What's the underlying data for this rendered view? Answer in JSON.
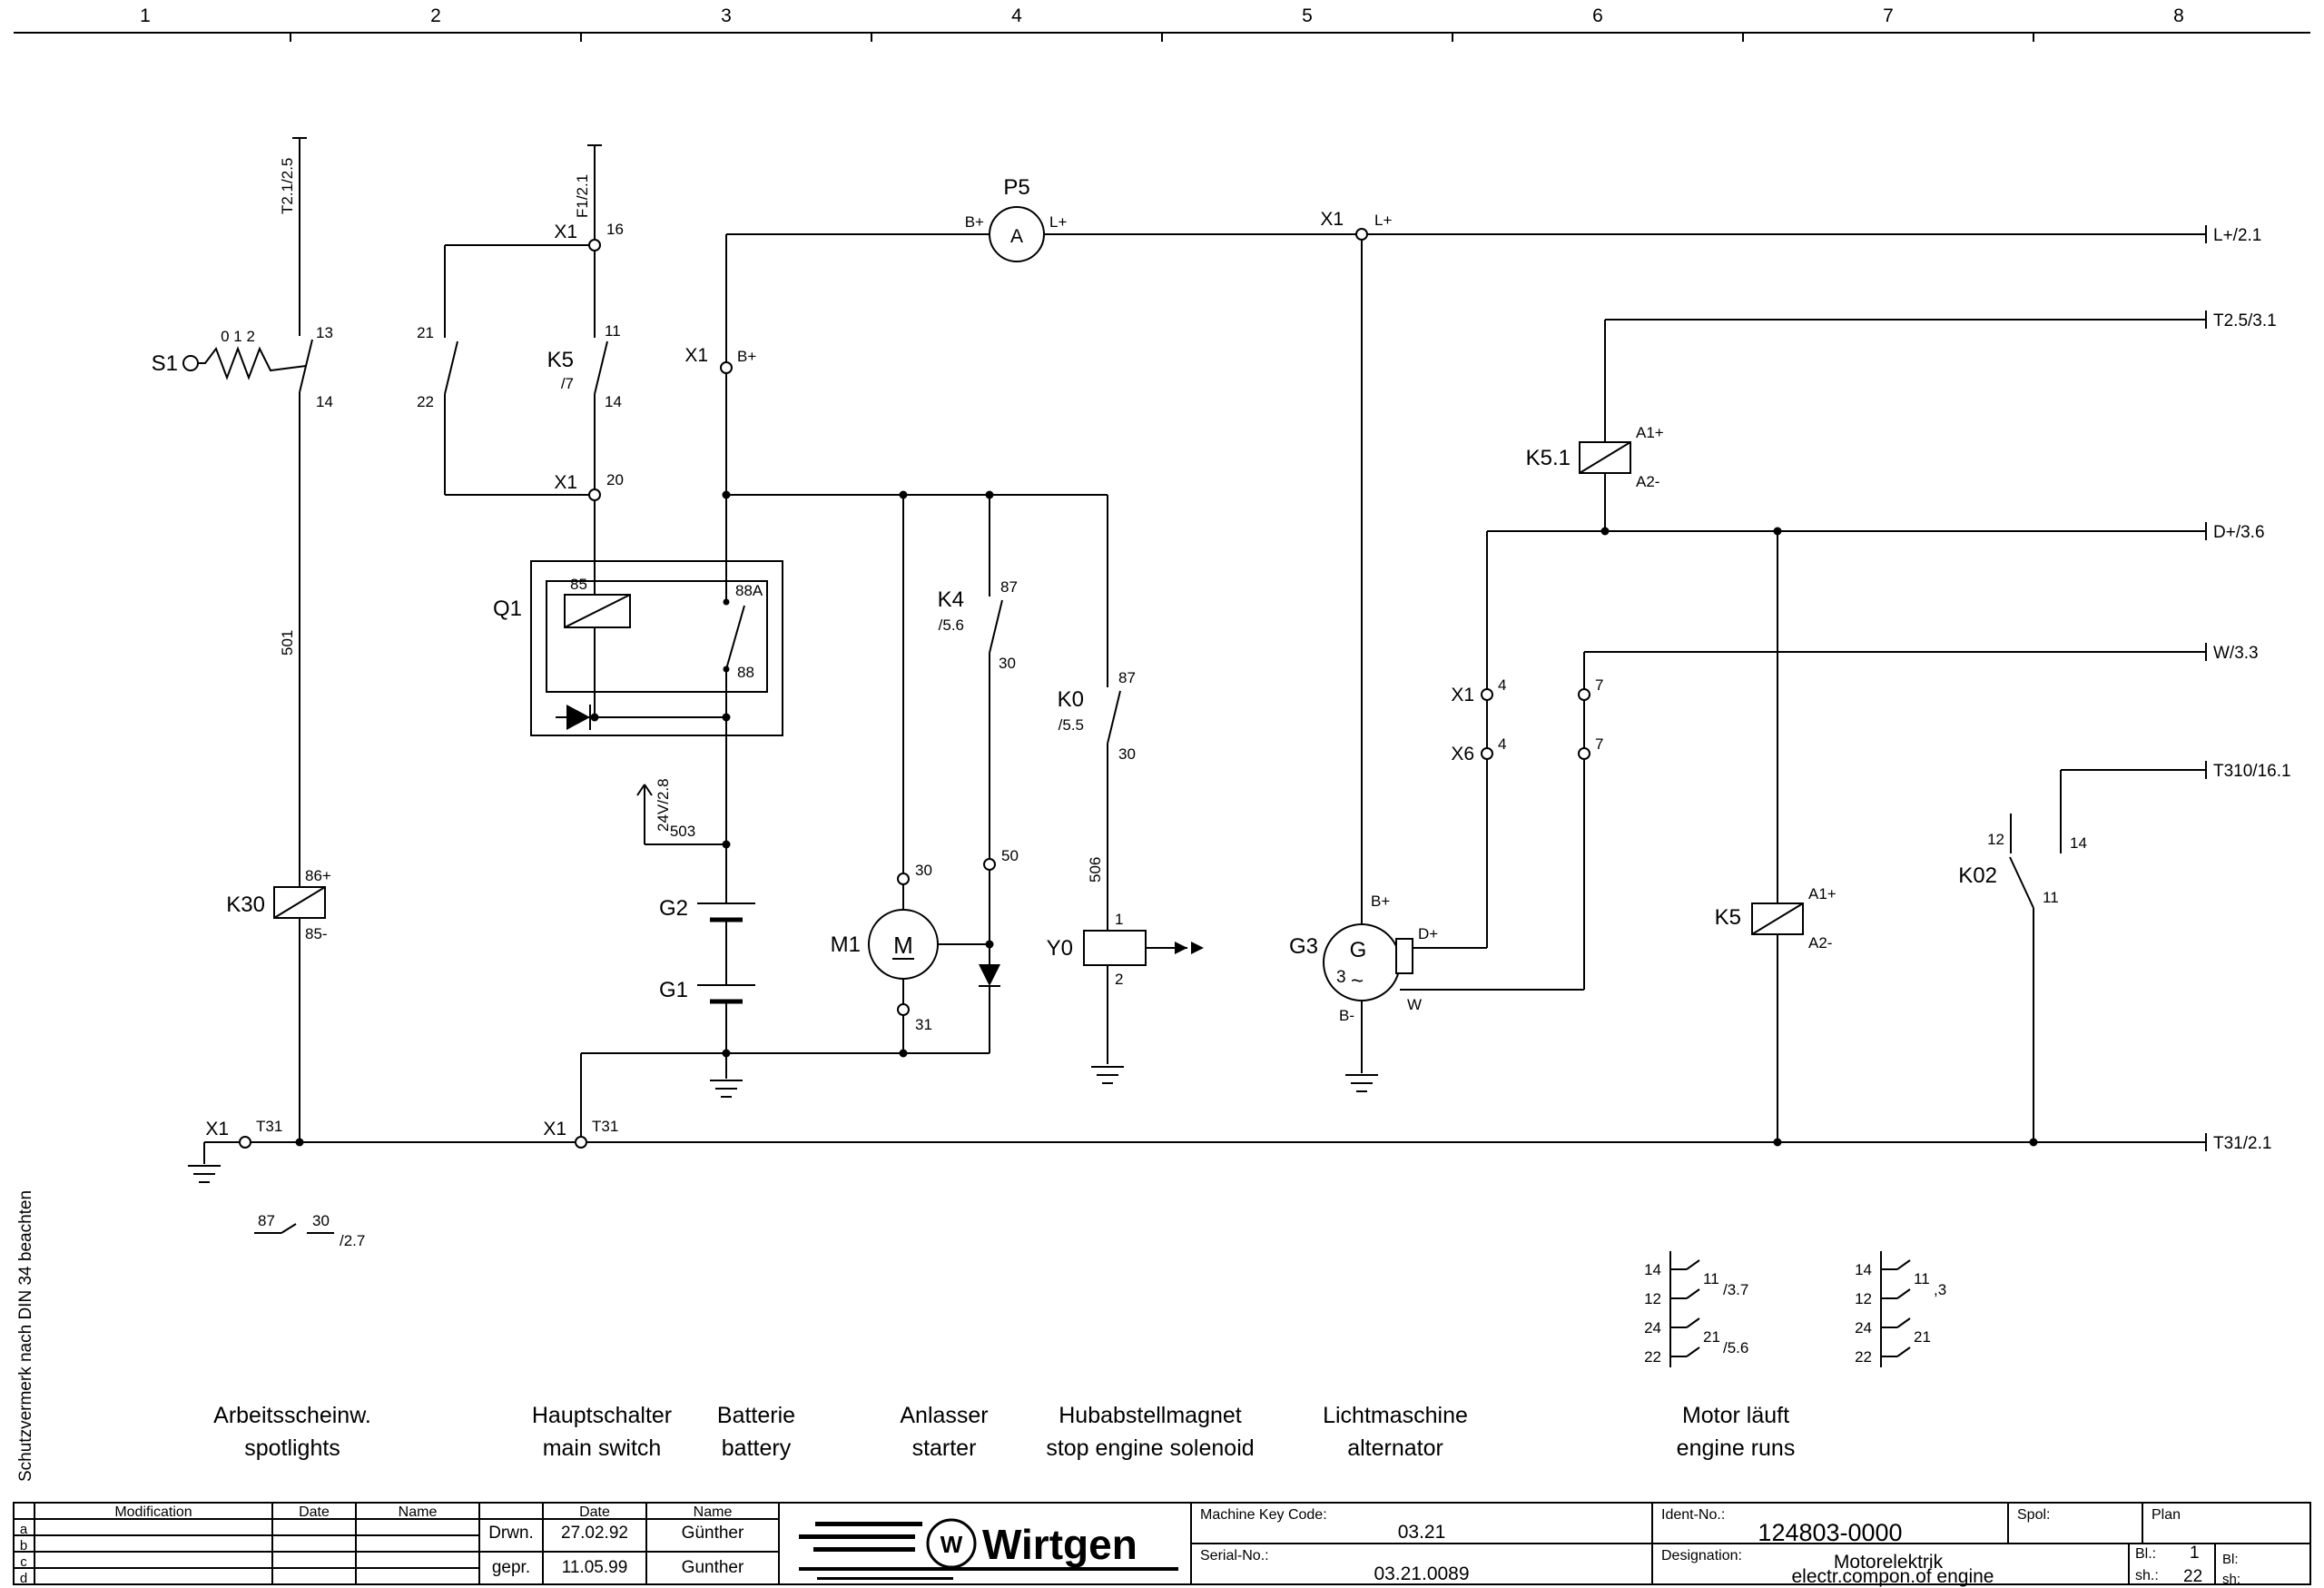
{
  "sheet": {
    "columns": [
      "1",
      "2",
      "3",
      "4",
      "5",
      "6",
      "7",
      "8"
    ],
    "rows": [
      "a",
      "b",
      "c",
      "d"
    ],
    "side_note": "Schutzvermerk nach DIN 34 beachten"
  },
  "rails": {
    "l_plus": "L+/2.1",
    "t25": "T2.5/3.1",
    "d_plus": "D+/3.6",
    "w": "W/3.3",
    "t310": "T310/16.1",
    "t31": "T31/2.1"
  },
  "wires": {
    "t21_25": "T2.1/2.5",
    "f1_21": "F1/2.1",
    "n501": "501",
    "n503": "503",
    "n506": "506",
    "v24": "24V/2.8"
  },
  "s1": {
    "ref": "S1",
    "positions": "0 1 2",
    "t13": "13",
    "t14": "14"
  },
  "c2122": {
    "t21": "21",
    "t22": "22"
  },
  "k5c": {
    "ref": "K5",
    "page": "/7",
    "t11": "11",
    "t14": "14"
  },
  "x1_16": {
    "ref": "X1",
    "pin": "16"
  },
  "x1_20": {
    "ref": "X1",
    "pin": "20"
  },
  "x1_bp": {
    "ref": "X1",
    "pin": "B+"
  },
  "x1_lp": {
    "ref": "X1",
    "pin": "L+"
  },
  "p5": {
    "ref": "P5",
    "sym": "A",
    "left": "B+",
    "right": "L+"
  },
  "q1": {
    "ref": "Q1",
    "t85": "85",
    "t88a": "88A",
    "t88": "88"
  },
  "k30": {
    "ref": "K30",
    "t86": "86+",
    "t85": "85-",
    "x87": "87",
    "x30": "30",
    "xpage": "/2.7"
  },
  "g2": {
    "ref": "G2"
  },
  "g1": {
    "ref": "G1"
  },
  "m1": {
    "ref": "M1",
    "sym": "M",
    "t30": "30",
    "t31": "31"
  },
  "t50": "50",
  "k4": {
    "ref": "K4",
    "page": "/5.6",
    "t87": "87",
    "t30": "30"
  },
  "k0": {
    "ref": "K0",
    "page": "/5.5",
    "t87": "87",
    "t30": "30"
  },
  "y0": {
    "ref": "Y0",
    "t1": "1",
    "t2": "2"
  },
  "g3": {
    "ref": "G3",
    "sym_g": "G",
    "sym_3": "3",
    "sym_w": "~",
    "bp": "B+",
    "dp": "D+",
    "w": "W",
    "bm": "B-"
  },
  "xterm": {
    "x1": "X1",
    "x6": "X6",
    "p4a": "4",
    "p4b": "4",
    "p7a": "7",
    "p7b": "7"
  },
  "k51": {
    "ref": "K5.1",
    "a1": "A1+",
    "a2": "A2-"
  },
  "k5": {
    "ref": "K5",
    "a1": "A1+",
    "a2": "A2-"
  },
  "k02": {
    "ref": "K02",
    "t12": "12",
    "t11": "11",
    "t14": "14"
  },
  "t31a": {
    "ref": "X1",
    "pin": "T31"
  },
  "t31b": {
    "ref": "X1",
    "pin": "T31"
  },
  "xref1": {
    "r1l": "14",
    "r1r": "11",
    "r1p": "/3.7",
    "r2l": "12",
    "r3l": "24",
    "r3r": "21",
    "r3p": "/5.6",
    "r4l": "22"
  },
  "xref2": {
    "r1l": "14",
    "r1r": "11",
    "r1p": ",3",
    "r2l": "12",
    "r3l": "24",
    "r3r": "21",
    "r4l": "22"
  },
  "captions": [
    {
      "de": "Arbeitsscheinw.",
      "en": "spotlights"
    },
    {
      "de": "Hauptschalter",
      "en": "main switch"
    },
    {
      "de": "Batterie",
      "en": "battery"
    },
    {
      "de": "Anlasser",
      "en": "starter"
    },
    {
      "de": "Hubabstellmagnet",
      "en": "stop engine solenoid"
    },
    {
      "de": "Lichtmaschine",
      "en": "alternator"
    },
    {
      "de": "Motor läuft",
      "en": "engine runs"
    }
  ],
  "tb": {
    "modification": "Modification",
    "date": "Date",
    "name": "Name",
    "date2": "Date",
    "name2": "Name",
    "drwn": "Drwn.",
    "drwn_date": "27.02.92",
    "drwn_name": "Günther",
    "gepr": "gepr.",
    "gepr_date": "11.05.99",
    "gepr_name": "Gunther",
    "brand": "Wirtgen",
    "brand_w": "W",
    "mkc_label": "Machine Key Code:",
    "mkc": "03.21",
    "serial_label": "Serial-No.:",
    "serial": "03.21.0089",
    "ident_label": "Ident-No.:",
    "ident": "124803-0000",
    "spol": "Spol:",
    "plan": "Plan",
    "desig_label": "Designation:",
    "desig_de": "Motorelektrik",
    "desig_en": "electr.compon.of engine",
    "bl_label": "Bl.:",
    "bl": "1",
    "sh_label": "sh.:",
    "sh": "22",
    "bl2": "Bl:",
    "sh2": "sh:"
  }
}
